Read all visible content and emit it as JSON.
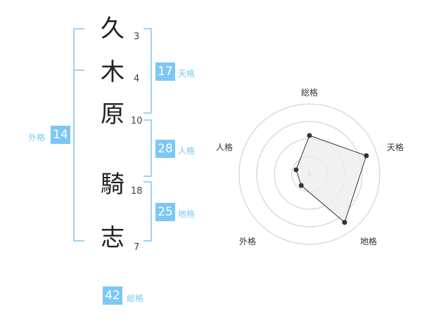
{
  "name": {
    "characters": [
      {
        "char": "久",
        "strokes": "3"
      },
      {
        "char": "木",
        "strokes": "4"
      },
      {
        "char": "原",
        "strokes": "10"
      },
      {
        "char": "騎",
        "strokes": "18"
      },
      {
        "char": "志",
        "strokes": "7"
      }
    ]
  },
  "fortune": {
    "tenkaku": {
      "value": "17",
      "label": "天格"
    },
    "jinkaku": {
      "value": "28",
      "label": "人格"
    },
    "chikaku": {
      "value": "25",
      "label": "地格"
    },
    "gaikaku": {
      "value": "14",
      "label": "外格"
    },
    "soukaku": {
      "value": "42",
      "label": "総格"
    }
  },
  "radar": {
    "axes": [
      "総格",
      "天格",
      "地格",
      "外格",
      "人格"
    ],
    "values": [
      0.55,
      0.85,
      0.85,
      0.2,
      0.2
    ],
    "line_color": "#333333",
    "fill_color": "#eeeeee",
    "ring_color": "#cccccc"
  },
  "colors": {
    "accent": "#7cc7f5",
    "bracket": "#9fd4f5"
  }
}
